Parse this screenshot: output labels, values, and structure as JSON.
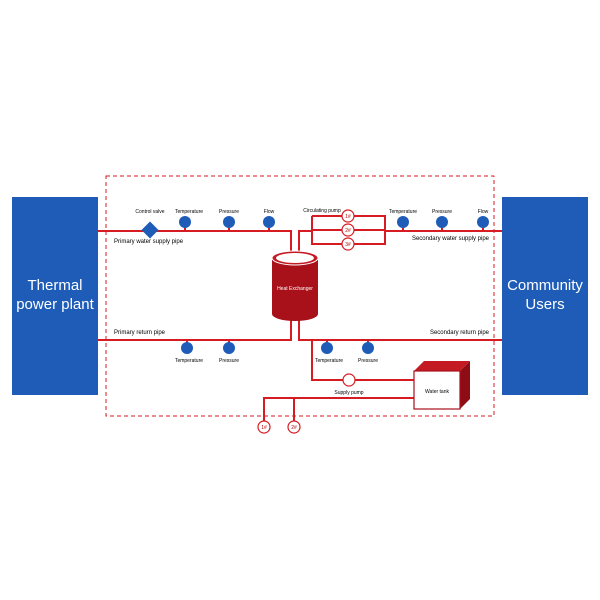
{
  "colors": {
    "pipe": "#d61b22",
    "block": "#1f5cb8",
    "sensor": "#1f5cb8",
    "vessel": "#a8101a",
    "boundary": "#d61b22"
  },
  "left_block": {
    "line1": "Thermal",
    "line2": "power plant"
  },
  "right_block": {
    "line1": "Community",
    "line2": "Users"
  },
  "pipes": {
    "primary_supply": "Primary water supply pipe",
    "primary_return": "Primary return pipe",
    "secondary_supply": "Secondary water supply pipe",
    "secondary_return": "Secondary return pipe"
  },
  "control_valve": "Control valve",
  "sensors": {
    "primary_supply": [
      "Temperature",
      "Pressure",
      "Flow"
    ],
    "primary_return": [
      "Temperature",
      "Pressure"
    ],
    "secondary_supply": [
      "Temperature",
      "Pressure",
      "Flow"
    ],
    "secondary_return": [
      "Temperature",
      "Pressure"
    ]
  },
  "circulating_pump": {
    "label": "Circulating pump",
    "units": [
      "1#",
      "2#",
      "3#"
    ]
  },
  "heat_exchanger": "Heat Exchanger",
  "supply_pump": "Supply pump",
  "water_tank": "Water tank",
  "bottom_pumps": [
    "1#",
    "2#"
  ]
}
